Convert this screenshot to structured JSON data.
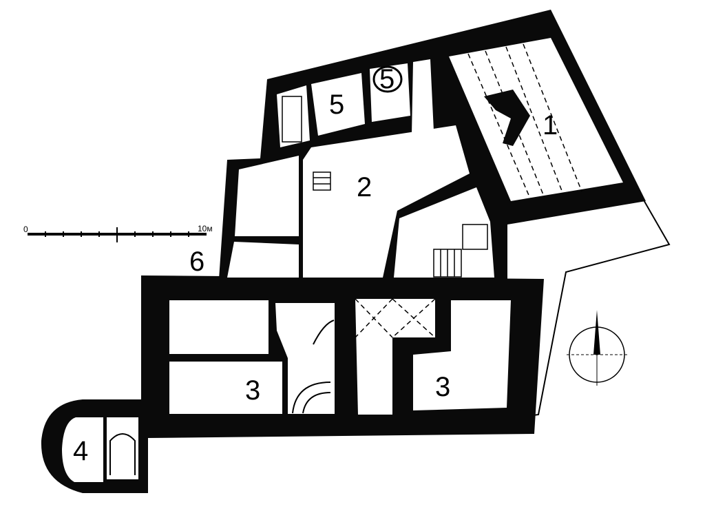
{
  "plan": {
    "room_labels": {
      "room_1": "1",
      "room_2": "2",
      "room_3_left": "3",
      "room_3_right": "3",
      "room_4": "4",
      "room_5_left": "5",
      "room_5_right": "5",
      "room_6": "6"
    },
    "scale_bar": {
      "start_label": "0",
      "end_label": "10м"
    },
    "colors": {
      "wall": "#0a0a0a",
      "background": "#ffffff"
    }
  }
}
